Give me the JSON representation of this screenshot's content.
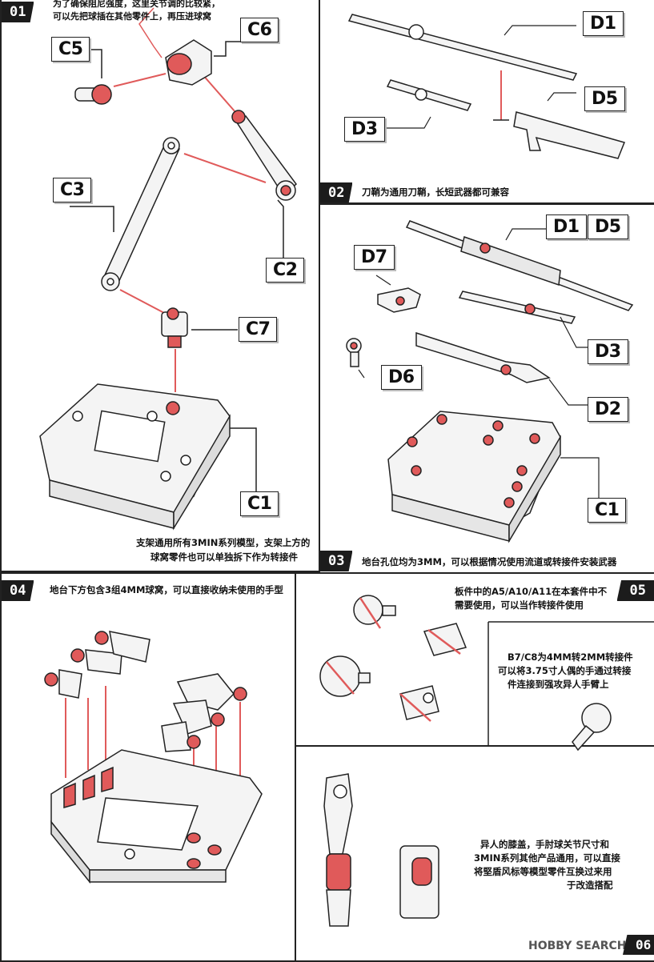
{
  "page": {
    "logo_text": "HOBBY SEARCH",
    "page_number": "06"
  },
  "step01": {
    "number": "01",
    "top_note_1": "为了确保阻尼强度，这里关节调的比较紧，",
    "top_note_2": "可以先把球插在其他零件上，再压进球窝",
    "labels": [
      "C5",
      "C6",
      "C3",
      "C2",
      "C7",
      "C1"
    ],
    "bottom_note_1": "支架通用所有3MIN系列模型，支架上方的",
    "bottom_note_2": "球窝零件也可以单独拆下作为转接件"
  },
  "step02": {
    "number": "02",
    "labels": [
      "D1",
      "D5",
      "D3"
    ],
    "note": "刀鞘为通用刀鞘，长短武器都可兼容"
  },
  "step03": {
    "number": "03",
    "labels": [
      "D1",
      "D5",
      "D7",
      "D3",
      "D6",
      "D2",
      "C1"
    ],
    "note": "地台孔位均为3MM，可以根据情况使用流道或转接件安装武器"
  },
  "step04": {
    "number": "04",
    "note": "地台下方包含3组4MM球窝，可以直接收纳未使用的手型"
  },
  "step05": {
    "number": "05",
    "note_1": "板件中的A5/A10/A11在本套件中不",
    "note_2": "需要使用，可以当作转接件使用",
    "adapter_note_1": "B7/C8为4MM转2MM转接件",
    "adapter_note_2": "可以将3.75寸人偶的手通过转接",
    "adapter_note_3": "件连接到强攻异人手臂上",
    "knee_note_1": "异人的膝盖，手肘球关节尺寸和",
    "knee_note_2": "3MIN系列其他产品通用，可以直接",
    "knee_note_3": "将堅盾风标等模型零件互换过来用",
    "knee_note_4": "于改造搭配"
  },
  "colors": {
    "accent": "#e05a5a",
    "ink": "#222222",
    "part": "#f4f4f4"
  }
}
